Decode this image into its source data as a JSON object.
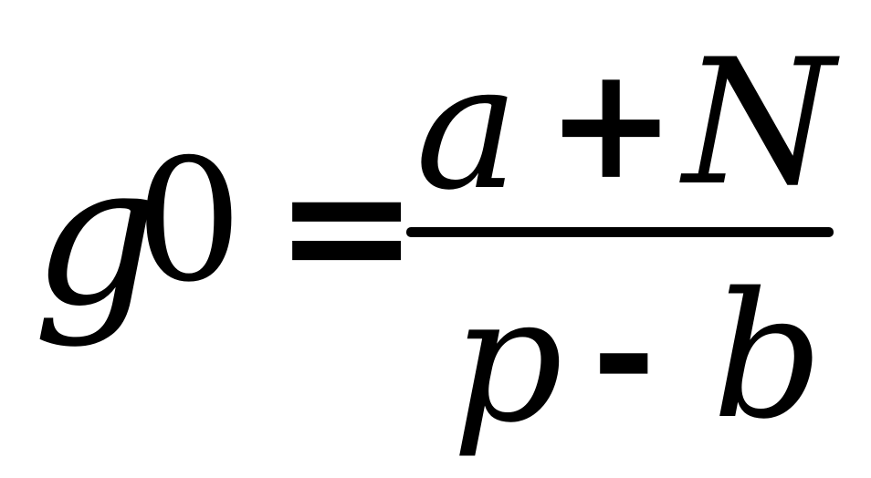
{
  "equation": {
    "lhs": {
      "variable": "g",
      "subscript": "0"
    },
    "relation": "=",
    "numerator": {
      "left": "a",
      "operator": "+",
      "right": "N"
    },
    "denominator": {
      "left": "p",
      "operator": "-",
      "right": "b"
    }
  },
  "colors": {
    "background": "#ffffff",
    "ink": "#000000"
  }
}
